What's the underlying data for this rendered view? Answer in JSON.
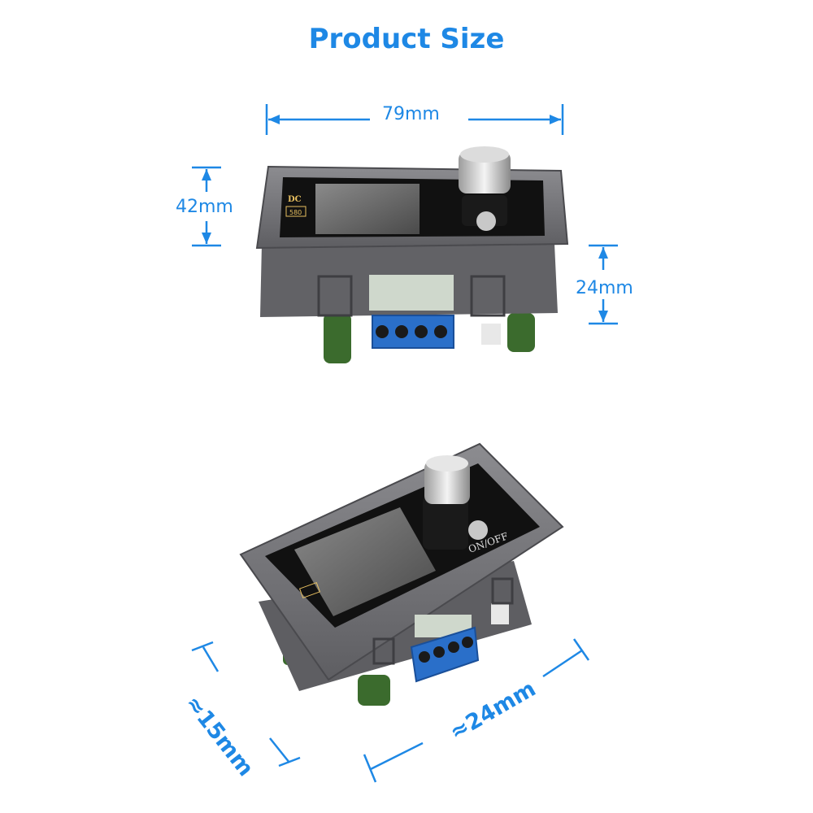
{
  "title": "Product Size",
  "dimensions": {
    "width": "79mm",
    "height": "42mm",
    "depth": "24mm",
    "bottom_left": "≈15mm",
    "bottom_right": "≈24mm"
  },
  "device": {
    "panel_label_top": "DC",
    "panel_badge": "580",
    "switch_label": "ON/OFF"
  },
  "colors": {
    "accent": "#1e88e5",
    "housing": "#7a7a7e",
    "terminal": "#2a6fc9",
    "capacitor": "#3b6b2d"
  }
}
